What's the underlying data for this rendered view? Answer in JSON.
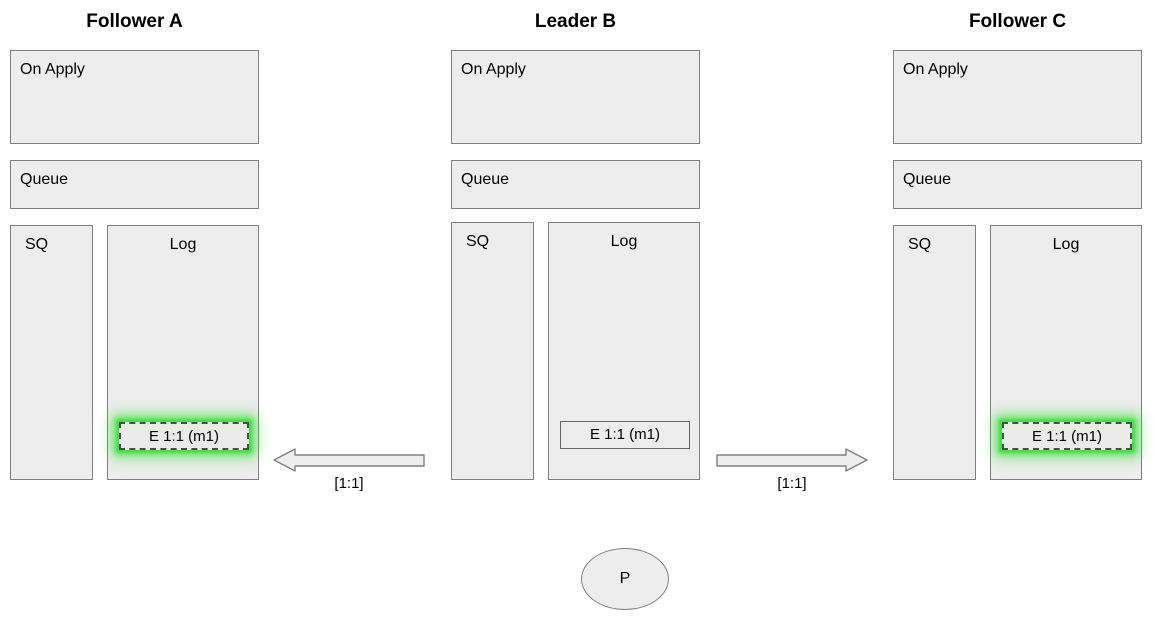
{
  "diagram": {
    "title_font_color": "#000000",
    "box_fill": "#ededed",
    "box_stroke": "#808080",
    "highlight_color": "#3ae23a",
    "columns": [
      {
        "id": "follower-a",
        "title": "Follower A",
        "on_apply_label": "On Apply",
        "queue_label": "Queue",
        "sq_label": "SQ",
        "log_label": "Log",
        "log_entries": [
          {
            "text": "E 1:1 (m1)",
            "highlighted": true
          }
        ]
      },
      {
        "id": "leader-b",
        "title": "Leader B",
        "on_apply_label": "On Apply",
        "queue_label": "Queue",
        "sq_label": "SQ",
        "log_label": "Log",
        "log_entries": [
          {
            "text": "E 1:1 (m1)",
            "highlighted": false
          }
        ]
      },
      {
        "id": "follower-c",
        "title": "Follower C",
        "on_apply_label": "On Apply",
        "queue_label": "Queue",
        "sq_label": "SQ",
        "log_label": "Log",
        "log_entries": [
          {
            "text": "E 1:1 (m1)",
            "highlighted": true
          }
        ]
      }
    ],
    "arrows": [
      {
        "id": "arrow-left",
        "direction": "left",
        "label": "[1:1]"
      },
      {
        "id": "arrow-right",
        "direction": "right",
        "label": "[1:1]"
      }
    ],
    "client_node": {
      "label": "P"
    }
  }
}
